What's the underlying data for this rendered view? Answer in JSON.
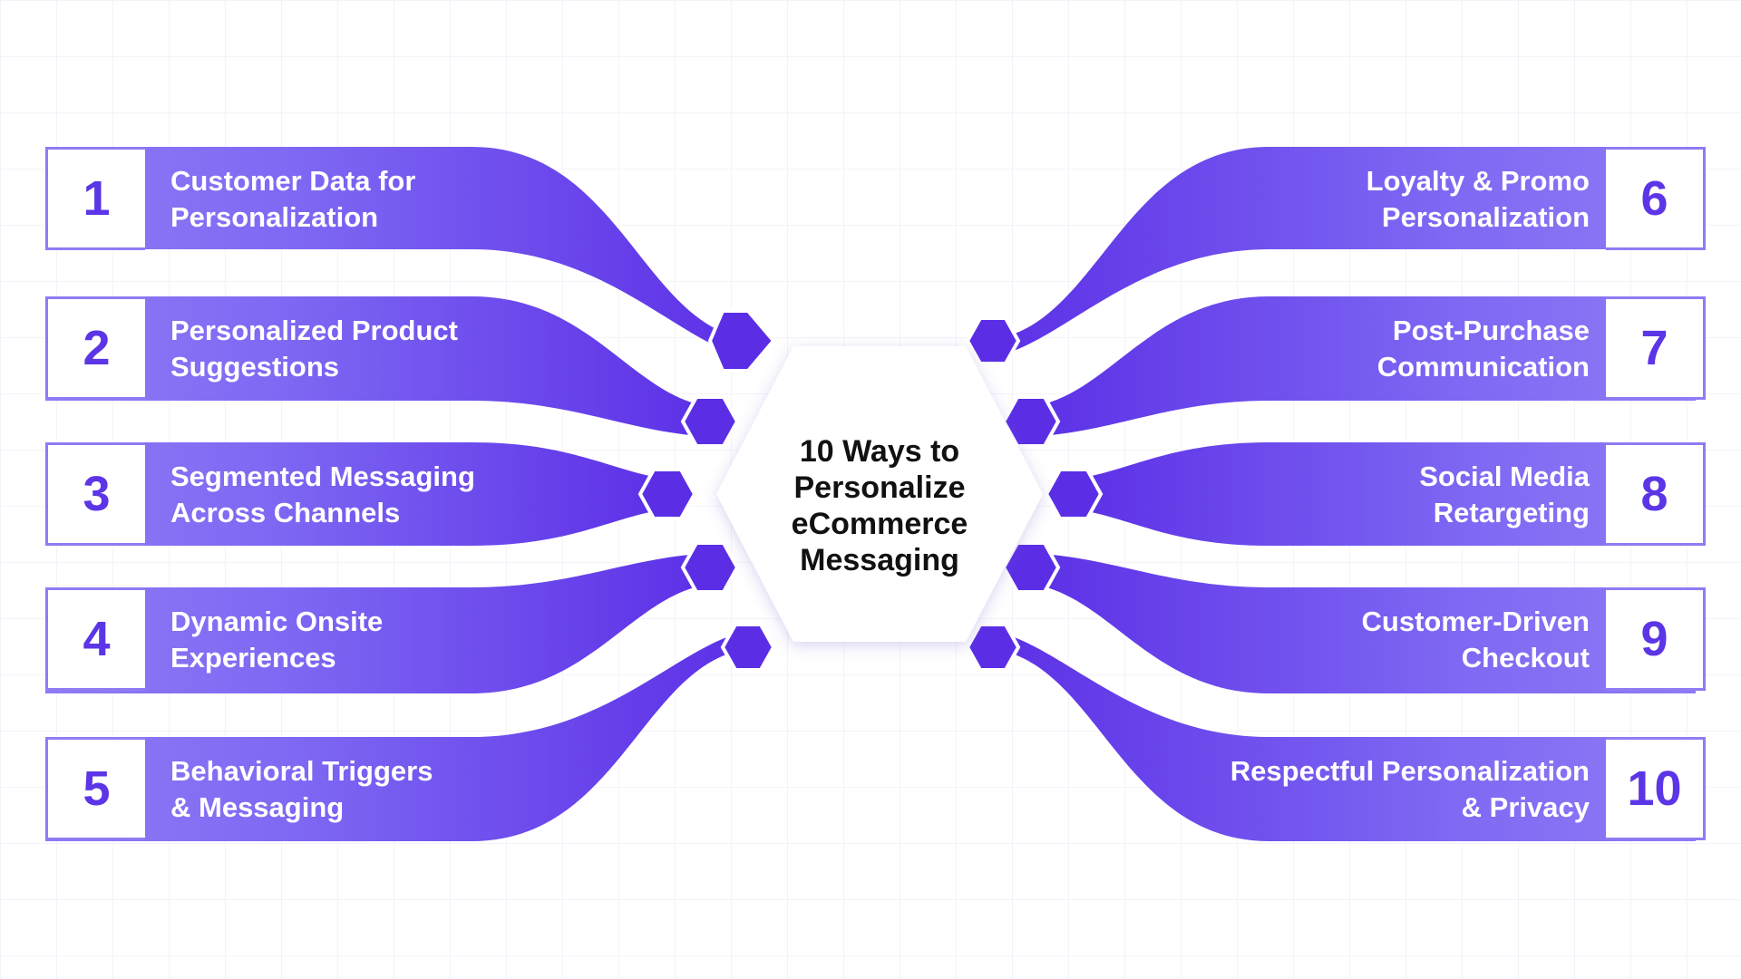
{
  "title": "10 Ways to Personalize eCommerce Messaging",
  "colors": {
    "accent": "#5c35e6",
    "accent_light": "#8f7bf4",
    "connector": "#5b2ee6"
  },
  "items": [
    {
      "number": "1",
      "line1": "Customer Data for",
      "line2": "Personalization"
    },
    {
      "number": "2",
      "line1": "Personalized Product",
      "line2": "Suggestions"
    },
    {
      "number": "3",
      "line1": "Segmented Messaging",
      "line2": "Across Channels"
    },
    {
      "number": "4",
      "line1": "Dynamic Onsite",
      "line2": "Experiences"
    },
    {
      "number": "5",
      "line1": "Behavioral Triggers",
      "line2": "& Messaging"
    },
    {
      "number": "6",
      "line1": "Loyalty & Promo",
      "line2": "Personalization"
    },
    {
      "number": "7",
      "line1": "Post-Purchase",
      "line2": "Communication"
    },
    {
      "number": "8",
      "line1": "Social Media",
      "line2": "Retargeting"
    },
    {
      "number": "9",
      "line1": "Customer-Driven",
      "line2": "Checkout"
    },
    {
      "number": "10",
      "line1": "Respectful Personalization",
      "line2": "& Privacy"
    }
  ]
}
